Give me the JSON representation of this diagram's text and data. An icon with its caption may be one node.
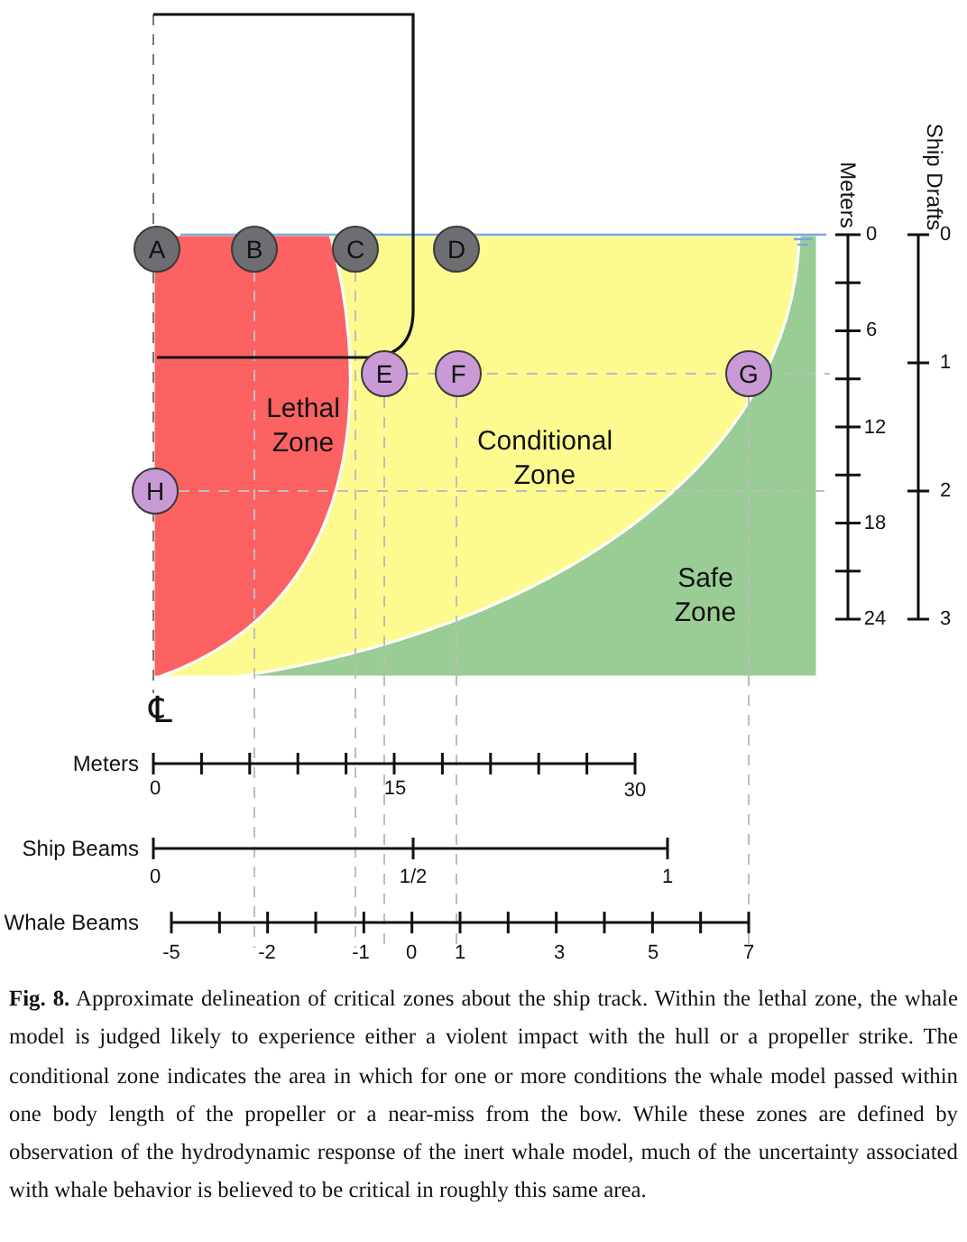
{
  "diagram": {
    "caption": "**Fig. 8.** Approximate delineation of critical zones about the ship track. Within the lethal zone, the whale model is judged likely to experience either a violent impact with the hull or a propeller strike. The conditional zone indicates the area in which for one or more conditions the whale model passed within one body length of the propeller or a near-miss from the bow. While these zones are defined by observation of the hydrodynamic response of the inert whale model, much of the uncertainty associated with whale behavior is believed to be critical in roughly this same area.",
    "nodes": [
      {
        "text": [
          "A"
        ]
      },
      {
        "text": [
          "B"
        ]
      },
      {
        "text": [
          "C"
        ]
      },
      {
        "text": [
          "D"
        ]
      },
      {
        "text": [
          "E"
        ]
      },
      {
        "text": [
          "F"
        ]
      },
      {
        "text": [
          "G"
        ]
      },
      {
        "text": [
          "H"
        ]
      }
    ],
    "labels": [
      "Meters",
      "0",
      "6",
      "12",
      "18",
      "24",
      "Ship Drafts",
      "0",
      "1",
      "2",
      "3",
      "Lethal Zone",
      "Conditional Zone",
      "Safe Zone",
      "℄",
      "Meters",
      "0",
      "15",
      "30",
      "Ship Beams",
      "0",
      "1/2",
      "1",
      "Whale Beams",
      "-5",
      "-2",
      "-1",
      "0",
      "1",
      "3",
      "5",
      "7"
    ]
  }
}
